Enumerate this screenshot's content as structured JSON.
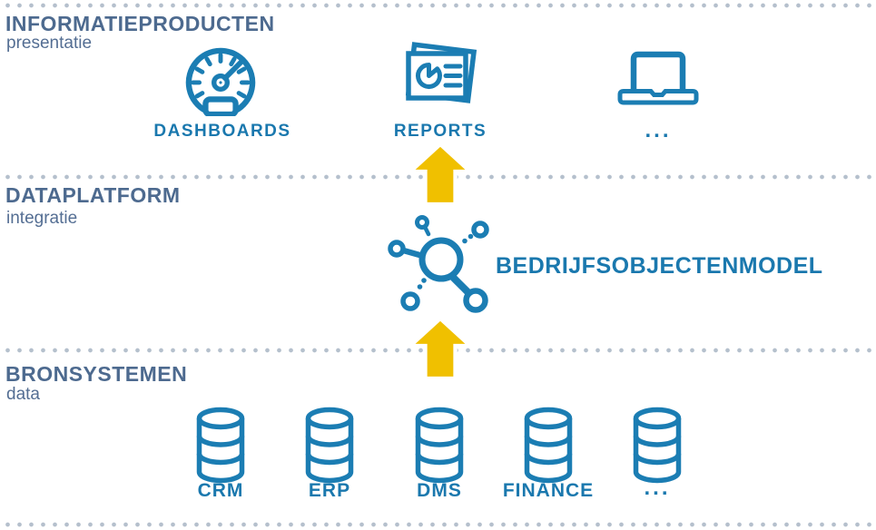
{
  "colors": {
    "icon_blue": "#1b7db3",
    "label_blue": "#1a78ae",
    "heading_slate": "#4d6a8f",
    "subtitle_slate": "#546e93",
    "arrow_yellow": "#f0c000",
    "arrow_outline": "#ffffff",
    "divider_dot_gray": "#b5c0cd",
    "background": "#ffffff"
  },
  "sections": [
    {
      "title": "INFORMATIEPRODUCTEN",
      "subtitle": "presentatie",
      "items": [
        {
          "label": "DASHBOARDS",
          "icon": "gauge-dashboard-icon"
        },
        {
          "label": "REPORTS",
          "icon": "reports-slides-icon"
        },
        {
          "label": "...",
          "icon": "laptop-icon"
        }
      ]
    },
    {
      "title": "DATAPLATFORM",
      "subtitle": "integratie",
      "items": [
        {
          "label": "BEDRIJFSOBJECTENMODEL",
          "icon": "network-nodes-icon"
        }
      ]
    },
    {
      "title": "BRONSYSTEMEN",
      "subtitle": "data",
      "items": [
        {
          "label": "CRM",
          "icon": "database-icon"
        },
        {
          "label": "ERP",
          "icon": "database-icon"
        },
        {
          "label": "DMS",
          "icon": "database-icon"
        },
        {
          "label": "FINANCE",
          "icon": "database-icon"
        },
        {
          "label": "...",
          "icon": "database-icon"
        }
      ]
    }
  ],
  "arrows": [
    {
      "name": "arrow-dataplatform-to-informatieproducten",
      "direction": "up"
    },
    {
      "name": "arrow-bronsystemen-to-dataplatform",
      "direction": "up"
    }
  ]
}
